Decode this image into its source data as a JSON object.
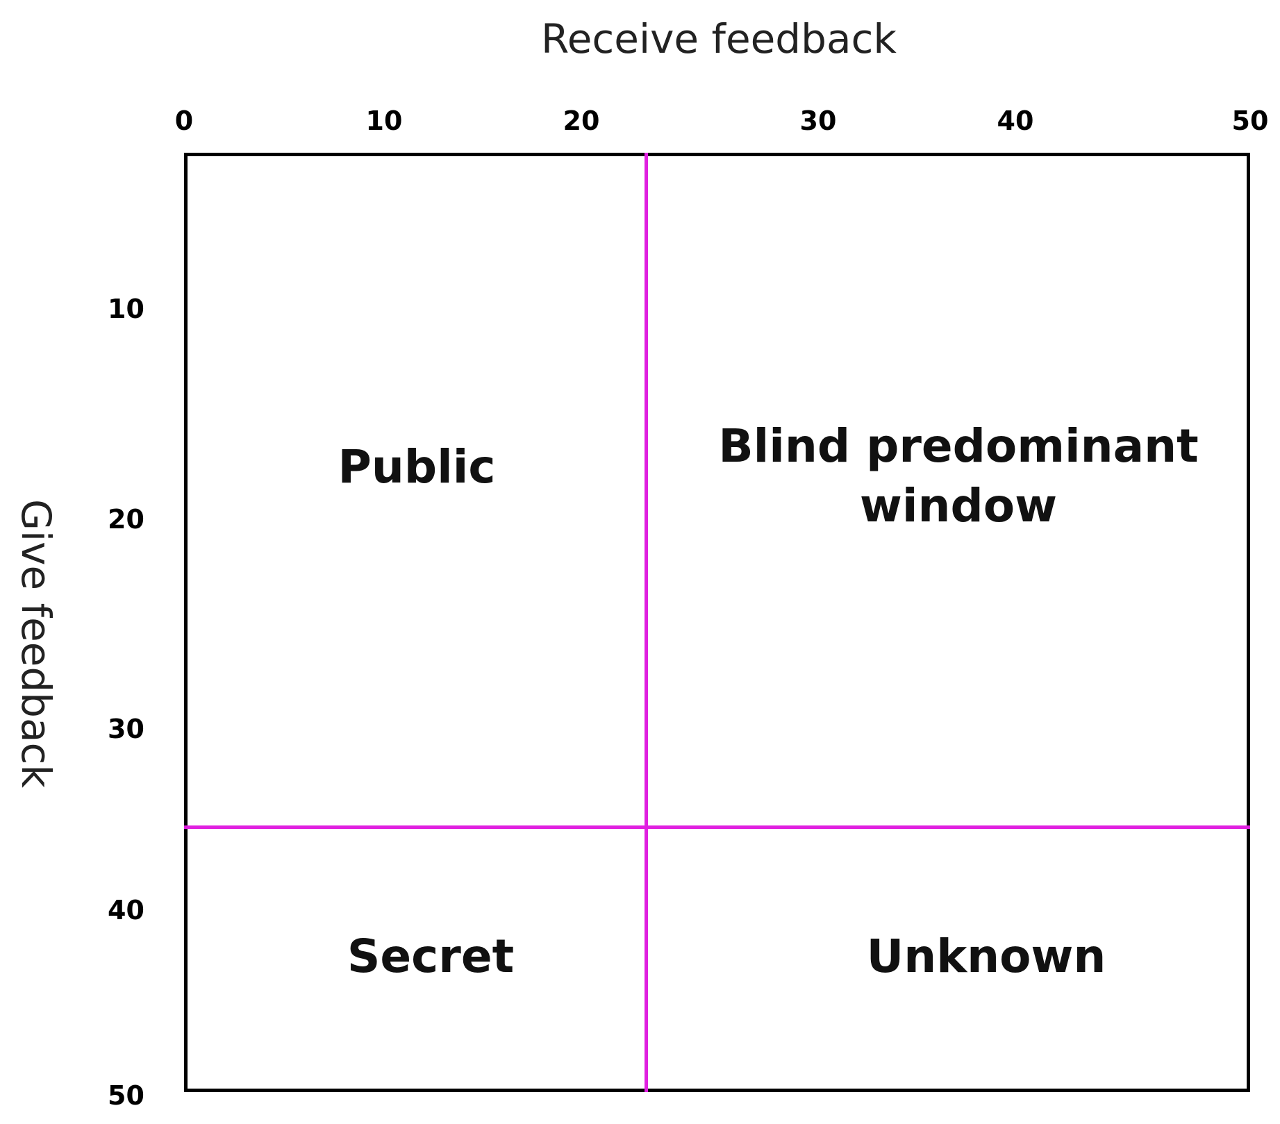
{
  "x_axis": {
    "title": "Receive feedback",
    "ticks": [
      "0",
      "10",
      "20",
      "30",
      "40",
      "50"
    ]
  },
  "y_axis": {
    "title": "Give feedback",
    "ticks": [
      "10",
      "20",
      "30",
      "40",
      "50"
    ]
  },
  "quadrants": {
    "public": "Public",
    "blind": "Blind predominant window",
    "secret": "Secret",
    "unknown": "Unknown"
  },
  "divider_color": "#e020e0"
}
